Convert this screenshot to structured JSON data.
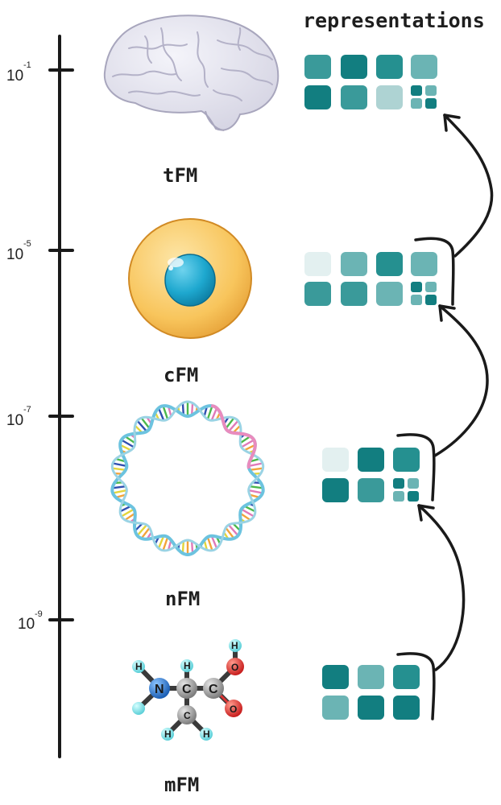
{
  "title": "representations",
  "axis": {
    "ticks": [
      {
        "base": "10",
        "exp": "-1"
      },
      {
        "base": "10",
        "exp": "-5"
      },
      {
        "base": "10",
        "exp": "-7"
      },
      {
        "base": "10",
        "exp": "-9"
      }
    ]
  },
  "levels": [
    {
      "label": "tFM",
      "icon": "brain-icon"
    },
    {
      "label": "cFM",
      "icon": "cell-icon"
    },
    {
      "label": "nFM",
      "icon": "dna-ring-icon"
    },
    {
      "label": "mFM",
      "icon": "molecule-icon"
    }
  ],
  "molecule_atoms": {
    "h_top": "H",
    "o_top": "O",
    "h_left": "H",
    "h_mid": "H",
    "n": "N",
    "c1": "C",
    "c2": "C",
    "o_right": "O",
    "c3": "C",
    "h_bl": "H",
    "h_br": "H"
  },
  "colors": {
    "axis": "#1a1a1a",
    "teal_dark": "#127e80",
    "teal_mid": "#3a9a9a",
    "teal_light": "#6bb4b4",
    "teal_pale": "#aed3d3",
    "teal_faint": "#e3f0f0"
  }
}
